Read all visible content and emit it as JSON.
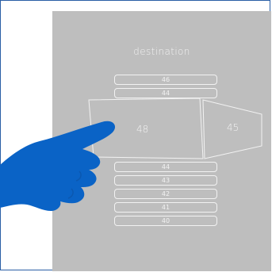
{
  "panel": {
    "title": "destination",
    "floors_above": [
      "46",
      "44"
    ],
    "selected_floor": "48",
    "adjacent_floor": "45",
    "floors_below": [
      "44",
      "43",
      "42",
      "41",
      "40"
    ]
  },
  "colors": {
    "frame": "#2a5fa6",
    "panel": "#bebebe",
    "line": "#f2f2f2",
    "hand": "#0a63c6"
  },
  "icons": [
    "pointing-hand-icon"
  ]
}
